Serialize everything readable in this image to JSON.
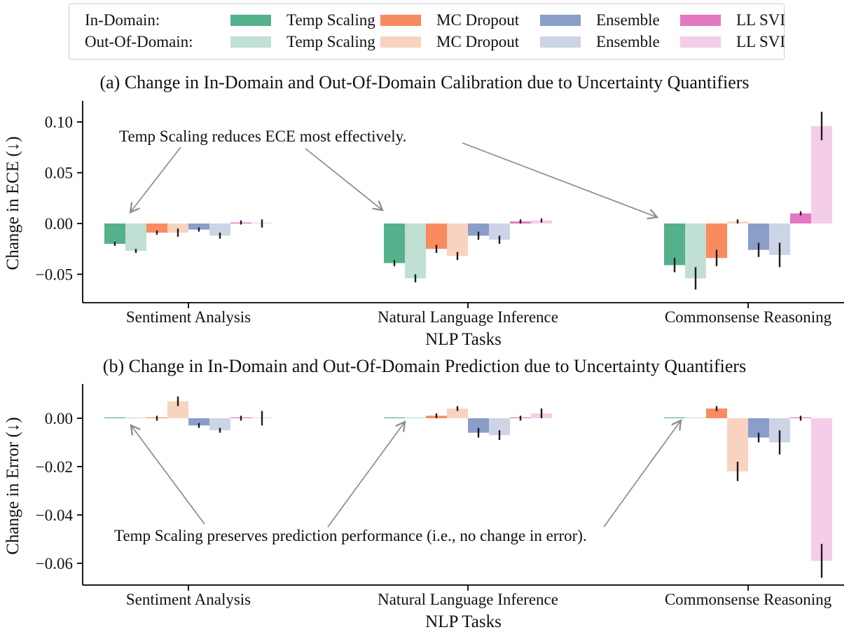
{
  "legend": {
    "rows": [
      {
        "label": "In-Domain:",
        "items": [
          {
            "label": "Temp Scaling",
            "color": "#55b08c"
          },
          {
            "label": "MC Dropout",
            "color": "#f98b61"
          },
          {
            "label": "Ensemble",
            "color": "#8b9dc9"
          },
          {
            "label": "LL SVI",
            "color": "#e377c2"
          }
        ]
      },
      {
        "label": "Out-Of-Domain:",
        "items": [
          {
            "label": "Temp Scaling",
            "color": "#bfe0d3"
          },
          {
            "label": "MC Dropout",
            "color": "#f8d3bf"
          },
          {
            "label": "Ensemble",
            "color": "#cdd4e6"
          },
          {
            "label": "LL SVI",
            "color": "#f4cde8"
          }
        ]
      }
    ]
  },
  "colors": {
    "spine": "#000000",
    "error_bar": "#1c1c1c",
    "annotation": "#8c8c8c"
  },
  "chart_data": [
    {
      "type": "bar",
      "panel": "a",
      "title": "(a) Change in In-Domain and Out-Of-Domain Calibration due to Uncertainty Quantifiers",
      "ylabel": "Change in ECE (↓)",
      "xlabel": "NLP Tasks",
      "categories": [
        "Sentiment Analysis",
        "Natural Language Inference",
        "Commonsense Reasoning"
      ],
      "ylim": [
        -0.078,
        0.118
      ],
      "yticks": [
        {
          "value": 0.1,
          "label": "0.10"
        },
        {
          "value": 0.05,
          "label": "0.05"
        },
        {
          "value": 0.0,
          "label": "0.00"
        },
        {
          "value": -0.05,
          "label": "−0.05"
        }
      ],
      "series": [
        {
          "name": "In-Domain Temp Scaling",
          "color": "#55b08c",
          "values": [
            -0.02,
            -0.039,
            -0.041
          ],
          "errors": [
            0.002,
            0.003,
            0.007
          ]
        },
        {
          "name": "Out-Of-Domain Temp Scaling",
          "color": "#bfe0d3",
          "values": [
            -0.027,
            -0.054,
            -0.054
          ],
          "errors": [
            0.002,
            0.004,
            0.011
          ]
        },
        {
          "name": "In-Domain MC Dropout",
          "color": "#f98b61",
          "values": [
            -0.009,
            -0.025,
            -0.034
          ],
          "errors": [
            0.002,
            0.004,
            0.008
          ]
        },
        {
          "name": "Out-Of-Domain MC Dropout",
          "color": "#f8d3bf",
          "values": [
            -0.009,
            -0.032,
            0.002
          ],
          "errors": [
            0.004,
            0.004,
            0.002
          ]
        },
        {
          "name": "In-Domain Ensemble",
          "color": "#8b9dc9",
          "values": [
            -0.006,
            -0.012,
            -0.026
          ],
          "errors": [
            0.002,
            0.004,
            0.007
          ]
        },
        {
          "name": "Out-Of-Domain Ensemble",
          "color": "#cdd4e6",
          "values": [
            -0.012,
            -0.016,
            -0.031
          ],
          "errors": [
            0.003,
            0.004,
            0.012
          ]
        },
        {
          "name": "In-Domain LL SVI",
          "color": "#e377c2",
          "values": [
            0.001,
            0.002,
            0.01
          ],
          "errors": [
            0.002,
            0.002,
            0.002
          ]
        },
        {
          "name": "Out-Of-Domain LL SVI",
          "color": "#f4cde8",
          "values": [
            0.0,
            0.003,
            0.096
          ],
          "errors": [
            0.004,
            0.002,
            0.014
          ]
        }
      ],
      "annotation": {
        "text": "Temp Scaling reduces ECE most effectively.",
        "x": 170,
        "y": 62,
        "arrows": [
          [
            258,
            70,
            186,
            163
          ],
          [
            436,
            72,
            546,
            160
          ],
          [
            660,
            64,
            938,
            170
          ]
        ]
      }
    },
    {
      "type": "bar",
      "panel": "b",
      "title": "(b) Change in In-Domain and Out-Of-Domain Prediction due to Uncertainty Quantifiers",
      "ylabel": "Change in Error (↓)",
      "xlabel": "NLP Tasks",
      "categories": [
        "Sentiment Analysis",
        "Natural Language Inference",
        "Commonsense Reasoning"
      ],
      "ylim": [
        -0.069,
        0.013
      ],
      "yticks": [
        {
          "value": 0.0,
          "label": "0.00"
        },
        {
          "value": -0.02,
          "label": "−0.02"
        },
        {
          "value": -0.04,
          "label": "−0.04"
        },
        {
          "value": -0.06,
          "label": "−0.06"
        }
      ],
      "series": [
        {
          "name": "In-Domain Temp Scaling",
          "color": "#55b08c",
          "values": [
            0.0,
            0.0,
            0.0
          ],
          "errors": [
            0.0,
            0.0,
            0.0
          ]
        },
        {
          "name": "Out-Of-Domain Temp Scaling",
          "color": "#bfe0d3",
          "values": [
            0.0,
            0.0,
            0.0
          ],
          "errors": [
            0.0,
            0.0,
            0.0
          ]
        },
        {
          "name": "In-Domain MC Dropout",
          "color": "#f98b61",
          "values": [
            0.0,
            0.001,
            0.004
          ],
          "errors": [
            0.001,
            0.001,
            0.001
          ]
        },
        {
          "name": "Out-Of-Domain MC Dropout",
          "color": "#f8d3bf",
          "values": [
            0.007,
            0.004,
            -0.022
          ],
          "errors": [
            0.002,
            0.001,
            0.004
          ]
        },
        {
          "name": "In-Domain Ensemble",
          "color": "#8b9dc9",
          "values": [
            -0.003,
            -0.006,
            -0.008
          ],
          "errors": [
            0.001,
            0.002,
            0.002
          ]
        },
        {
          "name": "Out-Of-Domain Ensemble",
          "color": "#cdd4e6",
          "values": [
            -0.005,
            -0.007,
            -0.01
          ],
          "errors": [
            0.001,
            0.002,
            0.005
          ]
        },
        {
          "name": "In-Domain LL SVI",
          "color": "#e377c2",
          "values": [
            0.0,
            0.0,
            0.0
          ],
          "errors": [
            0.001,
            0.001,
            0.001
          ]
        },
        {
          "name": "Out-Of-Domain LL SVI",
          "color": "#f4cde8",
          "values": [
            0.0,
            0.002,
            -0.059
          ],
          "errors": [
            0.003,
            0.002,
            0.007
          ]
        }
      ],
      "annotation": {
        "text": "Temp Scaling preserves prediction performance (i.e., no change in error).",
        "x": 163,
        "y": 227,
        "arrows": [
          [
            292,
            203,
            187,
            62
          ],
          [
            468,
            207,
            578,
            57
          ],
          [
            862,
            207,
            972,
            55
          ]
        ]
      }
    }
  ]
}
